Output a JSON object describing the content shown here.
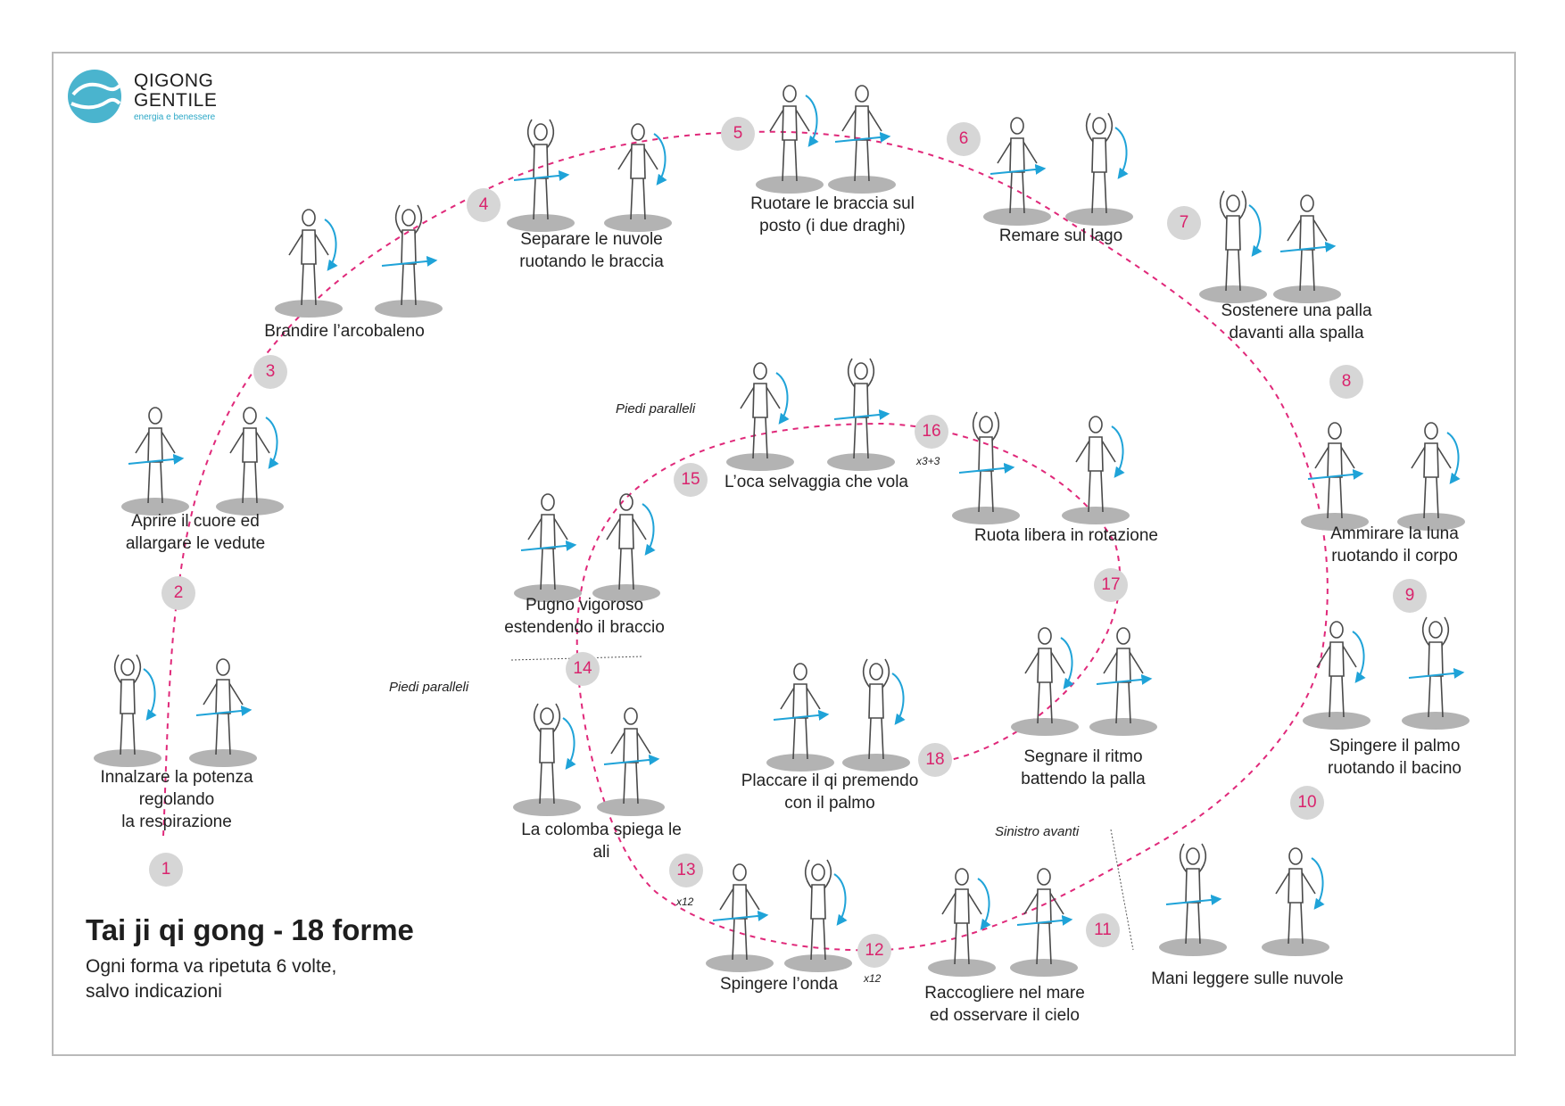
{
  "brand": {
    "name_line1": "QIGONG",
    "name_line2": "GENTILE",
    "tagline": "energia e benessere",
    "accent_color": "#2aa7c6",
    "logo_icon": "hands-wave-logo-icon"
  },
  "title": "Tai ji qi gong - 18 forme",
  "subtitle_line1": "Ogni forma va ripetuta 6 volte,",
  "subtitle_line2": "salvo indicazioni",
  "colors": {
    "path": "#e0297a",
    "number_text": "#d9246d",
    "number_bg": "#d6d6d6",
    "arrow": "#1fa3d8",
    "shadow": "#b3b3b3"
  },
  "forms": [
    {
      "number": "1",
      "label": [
        "Innalzare la potenza",
        "regolando",
        "la respirazione"
      ]
    },
    {
      "number": "2",
      "label": [
        "Aprire il cuore ed",
        "allargare le vedute"
      ]
    },
    {
      "number": "3",
      "label": [
        "Brandire l’arcobaleno"
      ]
    },
    {
      "number": "4",
      "label": [
        "Separare le nuvole",
        "ruotando le braccia"
      ]
    },
    {
      "number": "5",
      "label": [
        "Ruotare le braccia sul",
        "posto (i due draghi)"
      ]
    },
    {
      "number": "6",
      "label": [
        "Remare sul lago"
      ]
    },
    {
      "number": "7",
      "label": [
        "Sostenere una palla",
        "davanti alla spalla"
      ]
    },
    {
      "number": "8",
      "label": [
        "Ammirare la luna",
        "ruotando il corpo"
      ]
    },
    {
      "number": "9",
      "label": [
        "Spingere il palmo",
        "ruotando il bacino"
      ]
    },
    {
      "number": "10",
      "label": [
        "Mani leggere sulle nuvole"
      ]
    },
    {
      "number": "11",
      "label": [
        "Raccogliere nel mare",
        "ed osservare il cielo"
      ]
    },
    {
      "number": "12",
      "label": [
        "Spingere l’onda"
      ]
    },
    {
      "number": "13",
      "label": [
        "La colomba spiega le",
        "ali"
      ]
    },
    {
      "number": "14",
      "label": [
        "Pugno vigoroso",
        "estendendo il braccio"
      ]
    },
    {
      "number": "15",
      "label": [
        "L’oca selvaggia che vola"
      ]
    },
    {
      "number": "16",
      "label": [
        "Ruota libera in rotazione"
      ]
    },
    {
      "number": "17",
      "label": [
        "Segnare il ritmo",
        "battendo la palla"
      ]
    },
    {
      "number": "18",
      "label": [
        "Placcare il qi premendo",
        "con il palmo"
      ]
    }
  ],
  "notes": {
    "feet_parallel_a": "Piedi paralleli",
    "feet_parallel_b": "Piedi paralleli",
    "left_forward": "Sinistro avanti",
    "rep_x12_a": "x12",
    "rep_x12_b": "x12",
    "rep_x3_3": "x3+3"
  }
}
